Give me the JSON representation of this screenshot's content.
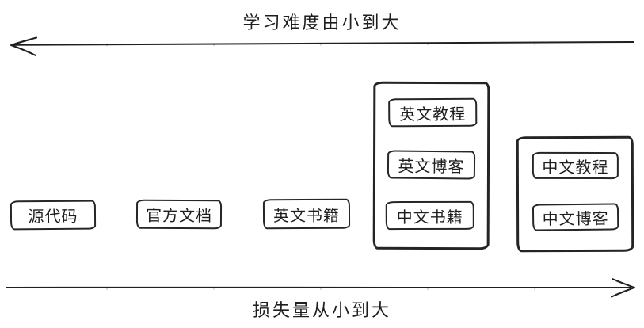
{
  "diagram": {
    "axes": {
      "top": {
        "label": "学习难度由小到大",
        "arrow_direction": "left"
      },
      "bottom": {
        "label": "损失量从小到大",
        "arrow_direction": "right"
      }
    },
    "standalone_boxes": [
      {
        "id": "source-code",
        "label": "源代码"
      },
      {
        "id": "official-docs",
        "label": "官方文档"
      },
      {
        "id": "english-books",
        "label": "英文书籍"
      }
    ],
    "grouped_boxes": [
      {
        "items": [
          {
            "id": "english-tutorials",
            "label": "英文教程"
          },
          {
            "id": "english-blogs",
            "label": "英文博客"
          },
          {
            "id": "chinese-books",
            "label": "中文书籍"
          }
        ]
      },
      {
        "items": [
          {
            "id": "chinese-tutorials",
            "label": "中文教程"
          },
          {
            "id": "chinese-blogs",
            "label": "中文博客"
          }
        ]
      }
    ],
    "colors": {
      "ink": "#242424",
      "background": "#ffffff"
    }
  }
}
